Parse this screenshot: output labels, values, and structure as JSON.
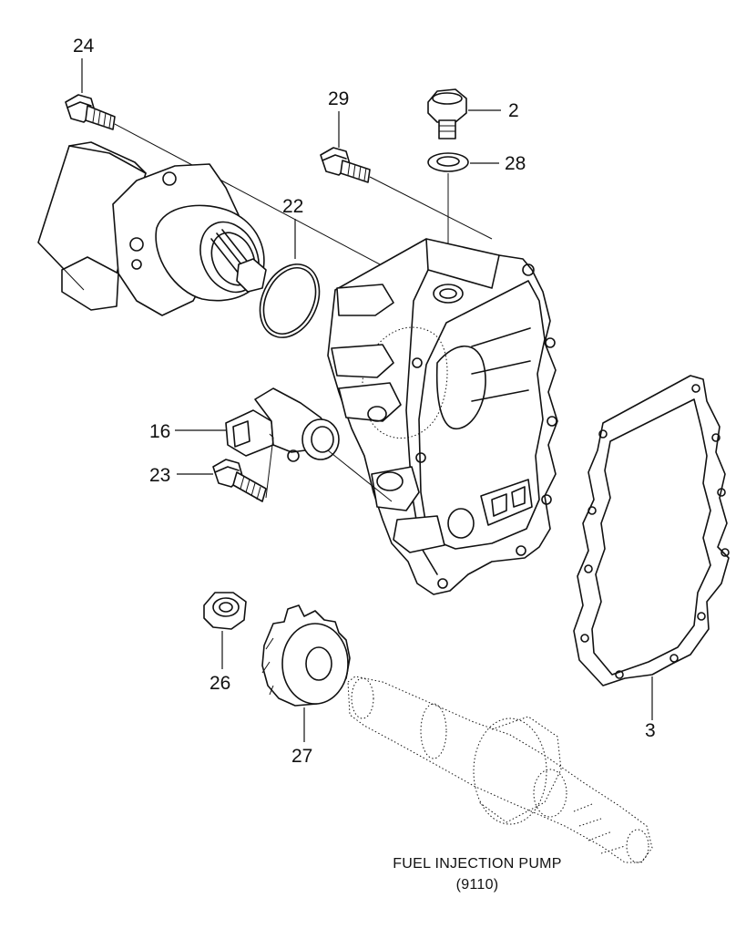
{
  "callouts": {
    "c24": "24",
    "c29": "29",
    "c2": "2",
    "c28": "28",
    "c22": "22",
    "c16": "16",
    "c23": "23",
    "c26": "26",
    "c27": "27",
    "c3": "3"
  },
  "caption": {
    "line1": "FUEL INJECTION PUMP",
    "line2": "(9110)"
  }
}
